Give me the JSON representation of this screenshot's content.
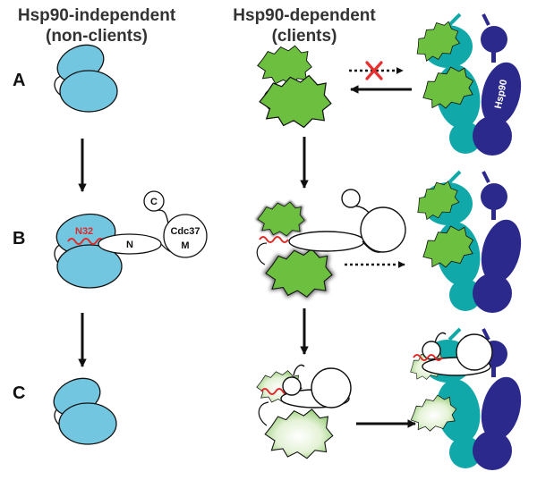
{
  "headers": {
    "left_line1": "Hsp90-independent",
    "left_line2": "(non-clients)",
    "right_line1": "Hsp90-dependent",
    "right_line2": "(clients)"
  },
  "rows": {
    "a": "A",
    "b": "B",
    "c": "C"
  },
  "labels": {
    "n32": "N32",
    "n": "N",
    "c": "C",
    "m": "M",
    "cdc37": "Cdc37",
    "hsp90": "Hsp90"
  },
  "colors": {
    "kinase_blue": "#73c6e0",
    "kinase_green": "#6cbf3f",
    "hsp90_navy": "#2b2a8c",
    "hsp90_teal": "#10a8a8",
    "n32_red": "#e02a2a",
    "inhibit_x": "#e83030"
  },
  "icons": [
    "red-x-icon"
  ]
}
